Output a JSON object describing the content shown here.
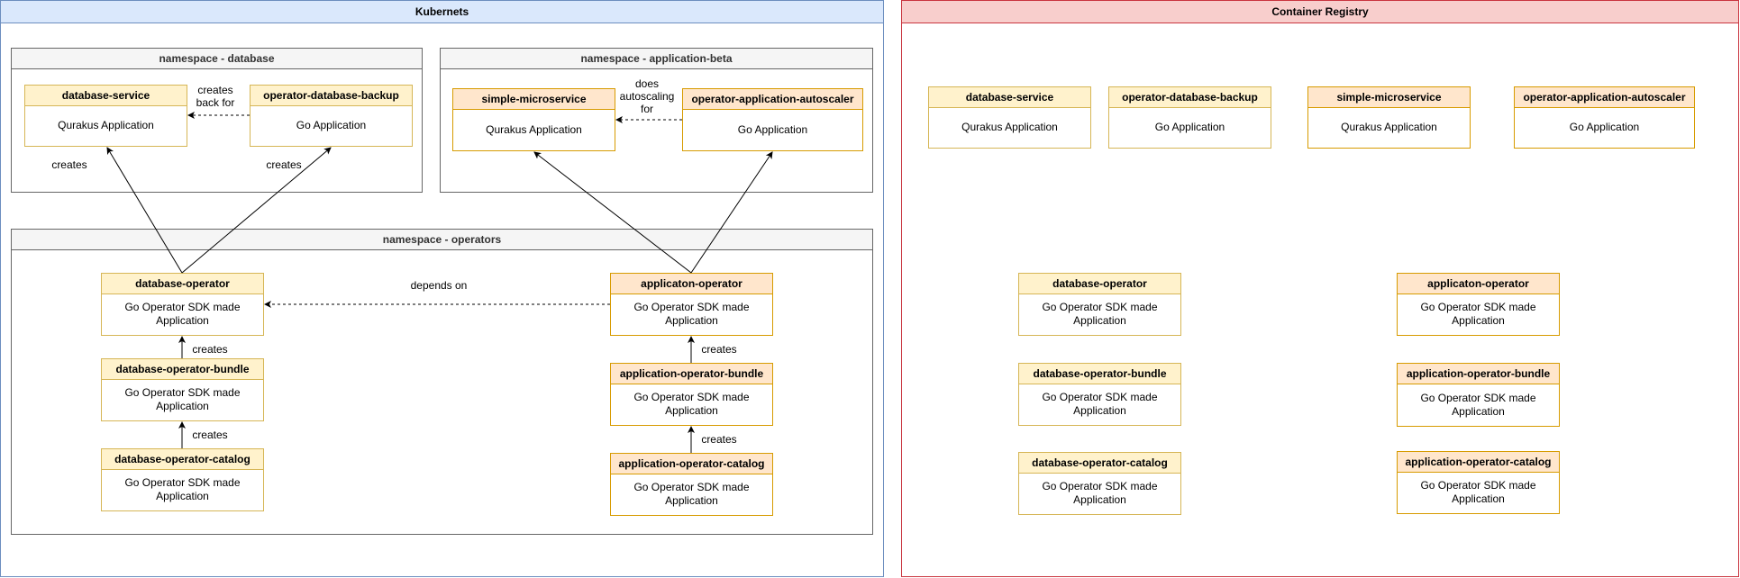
{
  "kubernetes": {
    "title": "Kubernets",
    "ns_database": {
      "title": "namespace - database",
      "database_service": {
        "title": "database-service",
        "body": "Qurakus Application"
      },
      "operator_database_backup": {
        "title": "operator-database-backup",
        "body": "Go Application"
      }
    },
    "ns_application_beta": {
      "title": "namespace - application-beta",
      "simple_microservice": {
        "title": "simple-microservice",
        "body": "Qurakus Application"
      },
      "operator_application_autoscaler": {
        "title": "operator-application-autoscaler",
        "body": "Go Application"
      }
    },
    "ns_operators": {
      "title": "namespace - operators",
      "database_operator": {
        "title": "database-operator",
        "body": "Go Operator SDK made Application"
      },
      "database_operator_bundle": {
        "title": "database-operator-bundle",
        "body": "Go Operator SDK made Application"
      },
      "database_operator_catalog": {
        "title": "database-operator-catalog",
        "body": "Go Operator SDK made Application"
      },
      "applicaton_operator": {
        "title": "applicaton-operator",
        "body": "Go Operator SDK made Application"
      },
      "application_operator_bundle": {
        "title": "application-operator-bundle",
        "body": "Go Operator SDK made Application"
      },
      "application_operator_catalog": {
        "title": "application-operator-catalog",
        "body": "Go Operator SDK made Application"
      }
    },
    "edge_labels": {
      "creates_back_for": "creates back for",
      "does_autoscaling_for": "does autoscaling for",
      "creates_left": "creates",
      "creates_right": "creates",
      "depends_on": "depends on",
      "creates_db_bundle": "creates",
      "creates_db_catalog": "creates",
      "creates_app_bundle": "creates",
      "creates_app_catalog": "creates"
    }
  },
  "registry": {
    "title": "Container Registry",
    "database_service": {
      "title": "database-service",
      "body": "Qurakus Application"
    },
    "operator_database_backup": {
      "title": "operator-database-backup",
      "body": "Go Application"
    },
    "simple_microservice": {
      "title": "simple-microservice",
      "body": "Qurakus Application"
    },
    "operator_application_autoscaler": {
      "title": "operator-application-autoscaler",
      "body": "Go Application"
    },
    "database_operator": {
      "title": "database-operator",
      "body": "Go Operator SDK made Application"
    },
    "database_operator_bundle": {
      "title": "database-operator-bundle",
      "body": "Go Operator SDK made Application"
    },
    "database_operator_catalog": {
      "title": "database-operator-catalog",
      "body": "Go Operator SDK made Application"
    },
    "applicaton_operator": {
      "title": "applicaton-operator",
      "body": "Go Operator SDK made Application"
    },
    "application_operator_bundle": {
      "title": "application-operator-bundle",
      "body": "Go Operator SDK made Application"
    },
    "application_operator_catalog": {
      "title": "application-operator-catalog",
      "body": "Go Operator SDK made Application"
    }
  },
  "colors": {
    "kubernetes_fill": "#dae8fc",
    "kubernetes_stroke": "#6c8ebf",
    "registry_fill": "#f8cecc",
    "registry_stroke": "#c9353f",
    "namespace_fill": "#f5f5f5",
    "namespace_stroke": "#666666",
    "component_fill": "#fff2cc",
    "component_stroke": "#d6b656",
    "app_component_fill": "#ffe6cc",
    "app_component_stroke": "#d79b00"
  }
}
